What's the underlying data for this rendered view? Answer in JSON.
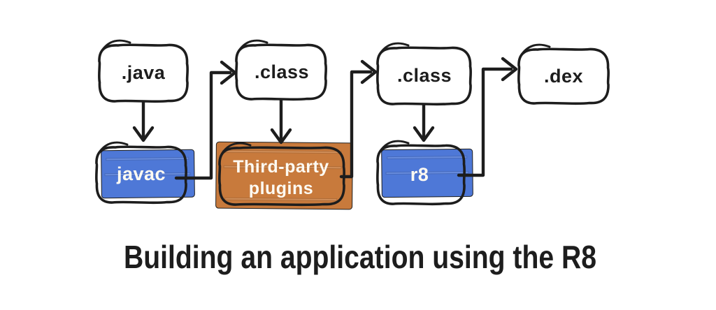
{
  "title": "Building an application using the R8",
  "colors": {
    "ink": "#1d1d1d",
    "blue": "#4e78d7",
    "orange": "#c87a3c",
    "light_text": "#fdfaf2"
  },
  "nodes": {
    "java": {
      "label": ".java"
    },
    "class_1": {
      "label": ".class"
    },
    "class_2": {
      "label": ".class"
    },
    "dex": {
      "label": ".dex"
    },
    "javac": {
      "label": "javac"
    },
    "plugins": {
      "line1": "Third-party",
      "line2": "plugins"
    },
    "r8": {
      "label": "r8"
    }
  }
}
